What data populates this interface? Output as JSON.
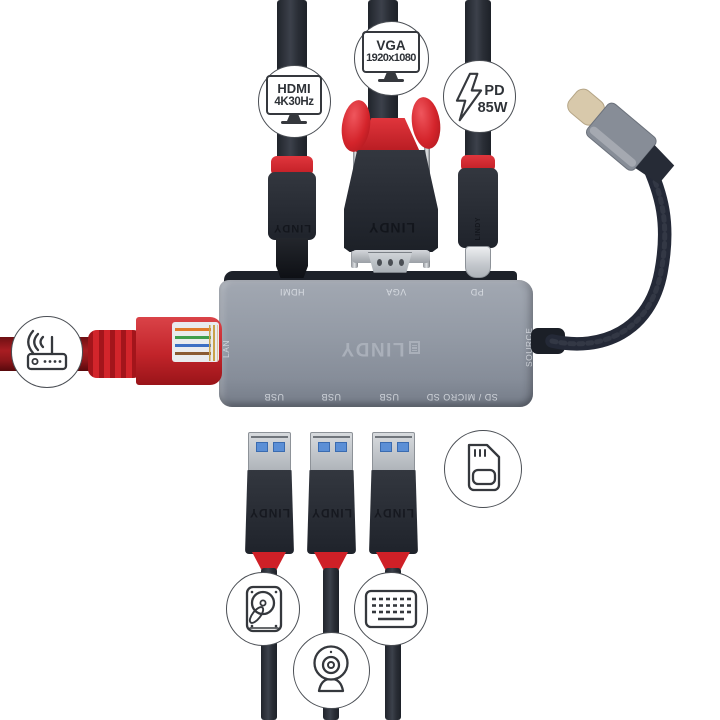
{
  "badges": {
    "hdmi": {
      "line1": "HDMI",
      "line2": "4K30Hz",
      "icon": "monitor-icon"
    },
    "vga": {
      "line1": "VGA",
      "line2": "1920x1080",
      "icon": "monitor-icon"
    },
    "pd": {
      "line1": "PD",
      "line2": "85W",
      "icon": "lightning-icon"
    },
    "lan": {
      "icon": "router-icon"
    },
    "sd": {
      "icon": "sd-card-icon"
    },
    "hdd": {
      "icon": "hard-drive-icon"
    },
    "webcam": {
      "icon": "webcam-icon"
    },
    "keyboard": {
      "icon": "keyboard-icon"
    }
  },
  "hub": {
    "brand_logo": "LINDY",
    "port_labels": {
      "top": [
        "HDMI",
        "VGA",
        "PD"
      ],
      "bottom": [
        "USB",
        "USB",
        "USB",
        "SD / MICRO SD"
      ],
      "left": "LAN",
      "right": "SOURCE"
    }
  },
  "connectors": {
    "embossed_brand": "LINDY"
  },
  "colors": {
    "accent_red": "#d2232a",
    "hub_gray": "#959ba6",
    "cable_dark": "#2c313a",
    "badge_border": "#4a4e54",
    "icon_stroke": "#35383d",
    "usb3_blue": "#5b8fd6"
  }
}
